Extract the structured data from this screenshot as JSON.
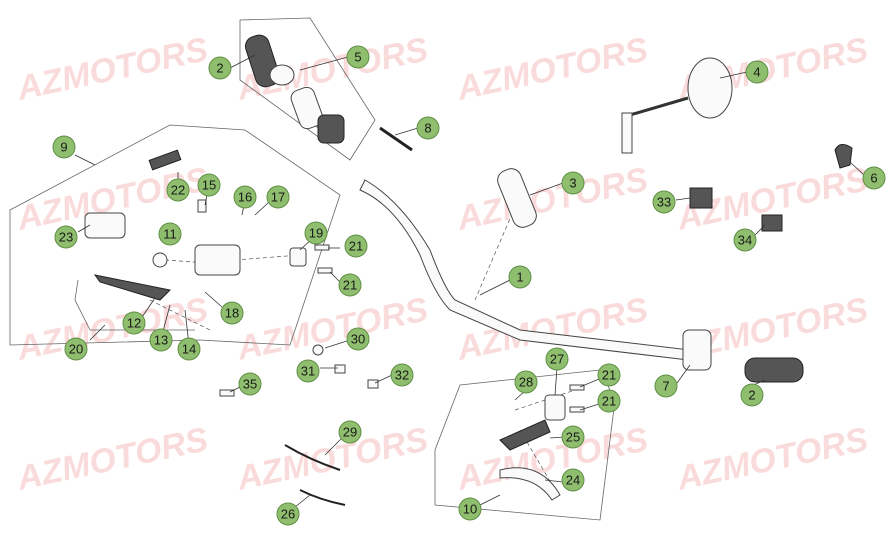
{
  "watermark": "AZMOTORS",
  "callouts": [
    {
      "id": "c2a",
      "label": "2"
    },
    {
      "id": "c5",
      "label": "5"
    },
    {
      "id": "c4",
      "label": "4"
    },
    {
      "id": "c8",
      "label": "8"
    },
    {
      "id": "c9",
      "label": "9"
    },
    {
      "id": "c22",
      "label": "22"
    },
    {
      "id": "c15",
      "label": "15"
    },
    {
      "id": "c16",
      "label": "16"
    },
    {
      "id": "c17",
      "label": "17"
    },
    {
      "id": "c3",
      "label": "3"
    },
    {
      "id": "c6",
      "label": "6"
    },
    {
      "id": "c33",
      "label": "33"
    },
    {
      "id": "c34",
      "label": "34"
    },
    {
      "id": "c23",
      "label": "23"
    },
    {
      "id": "c11",
      "label": "11"
    },
    {
      "id": "c19",
      "label": "19"
    },
    {
      "id": "c21a",
      "label": "21"
    },
    {
      "id": "c21b",
      "label": "21"
    },
    {
      "id": "c1",
      "label": "1"
    },
    {
      "id": "c18",
      "label": "18"
    },
    {
      "id": "c12",
      "label": "12"
    },
    {
      "id": "c13",
      "label": "13"
    },
    {
      "id": "c14",
      "label": "14"
    },
    {
      "id": "c20",
      "label": "20"
    },
    {
      "id": "c30",
      "label": "30"
    },
    {
      "id": "c31",
      "label": "31"
    },
    {
      "id": "c32",
      "label": "32"
    },
    {
      "id": "c7",
      "label": "7"
    },
    {
      "id": "c2b",
      "label": "2"
    },
    {
      "id": "c27",
      "label": "27"
    },
    {
      "id": "c28",
      "label": "28"
    },
    {
      "id": "c21c",
      "label": "21"
    },
    {
      "id": "c21d",
      "label": "21"
    },
    {
      "id": "c35",
      "label": "35"
    },
    {
      "id": "c25",
      "label": "25"
    },
    {
      "id": "c29",
      "label": "29"
    },
    {
      "id": "c24",
      "label": "24"
    },
    {
      "id": "c26",
      "label": "26"
    },
    {
      "id": "c10",
      "label": "10"
    }
  ]
}
